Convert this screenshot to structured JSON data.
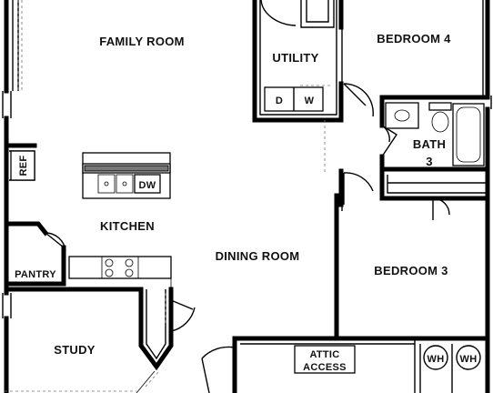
{
  "rooms": {
    "family_room": "FAMILY ROOM",
    "utility": "UTILITY",
    "bedroom_4": "BEDROOM 4",
    "bath_3_line1": "BATH",
    "bath_3_line2": "3",
    "kitchen": "KITCHEN",
    "dining_room": "DINING ROOM",
    "bedroom_3": "BEDROOM 3",
    "pantry": "PANTRY",
    "study": "STUDY",
    "attic_line1": "ATTIC",
    "attic_line2": "ACCESS"
  },
  "fixtures": {
    "ref": "REF",
    "dw": "DW",
    "washer_dryer_d": "D",
    "washer_dryer_w": "W",
    "water_heater_1": "WH",
    "water_heater_2": "WH"
  }
}
